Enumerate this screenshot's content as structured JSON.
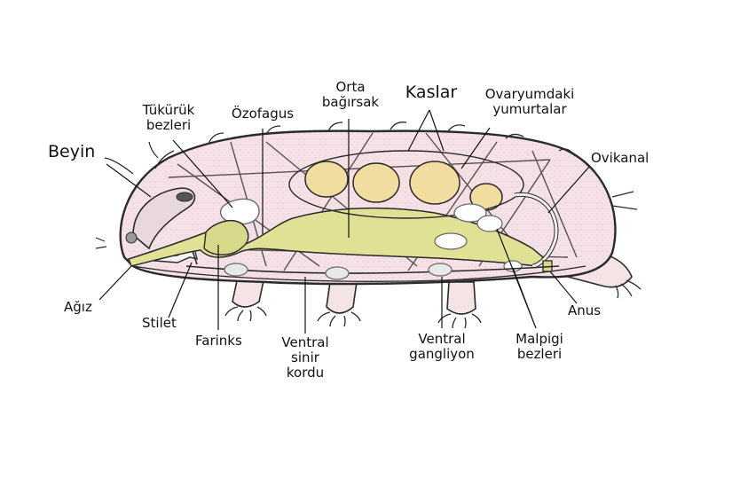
{
  "labels": {
    "beyin": "Beyin",
    "tukuruk_1": "Tükürük",
    "tukuruk_2": "bezleri",
    "ozofagus": "Özofagus",
    "orta_1": "Orta",
    "orta_2": "bağırsak",
    "kaslar": "Kaslar",
    "ovaryum_1": "Ovaryumdaki",
    "ovaryum_2": "yumurtalar",
    "ovikanal": "Ovikanal",
    "agiz": "Ağız",
    "stilet": "Stilet",
    "farinks": "Farinks",
    "ventral_sinir_1": "Ventral",
    "ventral_sinir_2": "sinir",
    "ventral_sinir_3": "kordu",
    "ventral_gang_1": "Ventral",
    "ventral_gang_2": "gangliyon",
    "malpigi_1": "Malpigi",
    "malpigi_2": "bezleri",
    "anus": "Anus"
  },
  "colors": {
    "body_fill": "#f6e2e6",
    "outline": "#2a2a2a",
    "gut_fill": "#e1e196",
    "egg_fill": "#f2dda0",
    "gland_fill": "#ffffff",
    "leg_fill": "#f4e4e6",
    "leader_line": "#111111"
  }
}
